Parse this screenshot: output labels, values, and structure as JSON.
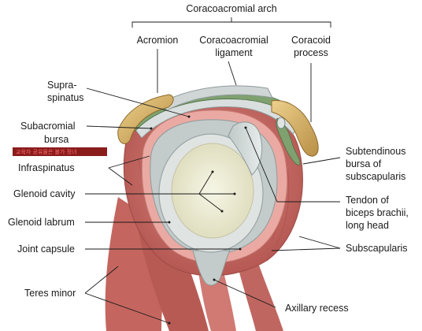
{
  "diagram": {
    "labels": {
      "coracoacromial_arch": "Coracoacromial arch",
      "acromion": "Acromion",
      "coracoacromial_ligament_1": "Coracoacromial",
      "coracoacromial_ligament_2": "ligament",
      "coracoid_process_1": "Coracoid",
      "coracoid_process_2": "process",
      "supraspinatus_1": "Supra-",
      "supraspinatus_2": "spinatus",
      "subacromial_bursa_1": "Subacromial",
      "subacromial_bursa_2": "bursa",
      "infraspinatus": "Infraspinatus",
      "glenoid_cavity": "Glenoid cavity",
      "glenoid_labrum": "Glenoid labrum",
      "joint_capsule": "Joint capsule",
      "teres_minor": "Teres minor",
      "subtendinous_bursa_1": "Subtendinous",
      "subtendinous_bursa_2": "bursa of",
      "subtendinous_bursa_3": "subscapularis",
      "tendon_biceps_1": "Tendon of",
      "tendon_biceps_2": "biceps brachii,",
      "tendon_biceps_3": "long head",
      "subscapularis": "Subscapularis",
      "axillary_recess": "Axillary recess"
    },
    "stamp": "교육자 공유물은 불가 정녀",
    "colors": {
      "muscle": "#c8706a",
      "muscle_dark": "#a4524e",
      "capsule": "#e9a9a3",
      "bone": "#d9b76d",
      "cartilage": "#eeeed8",
      "cavity": "#c8d0d0",
      "tendon": "#cfd8d6",
      "stamp_bg": "#8a1c1c"
    }
  }
}
